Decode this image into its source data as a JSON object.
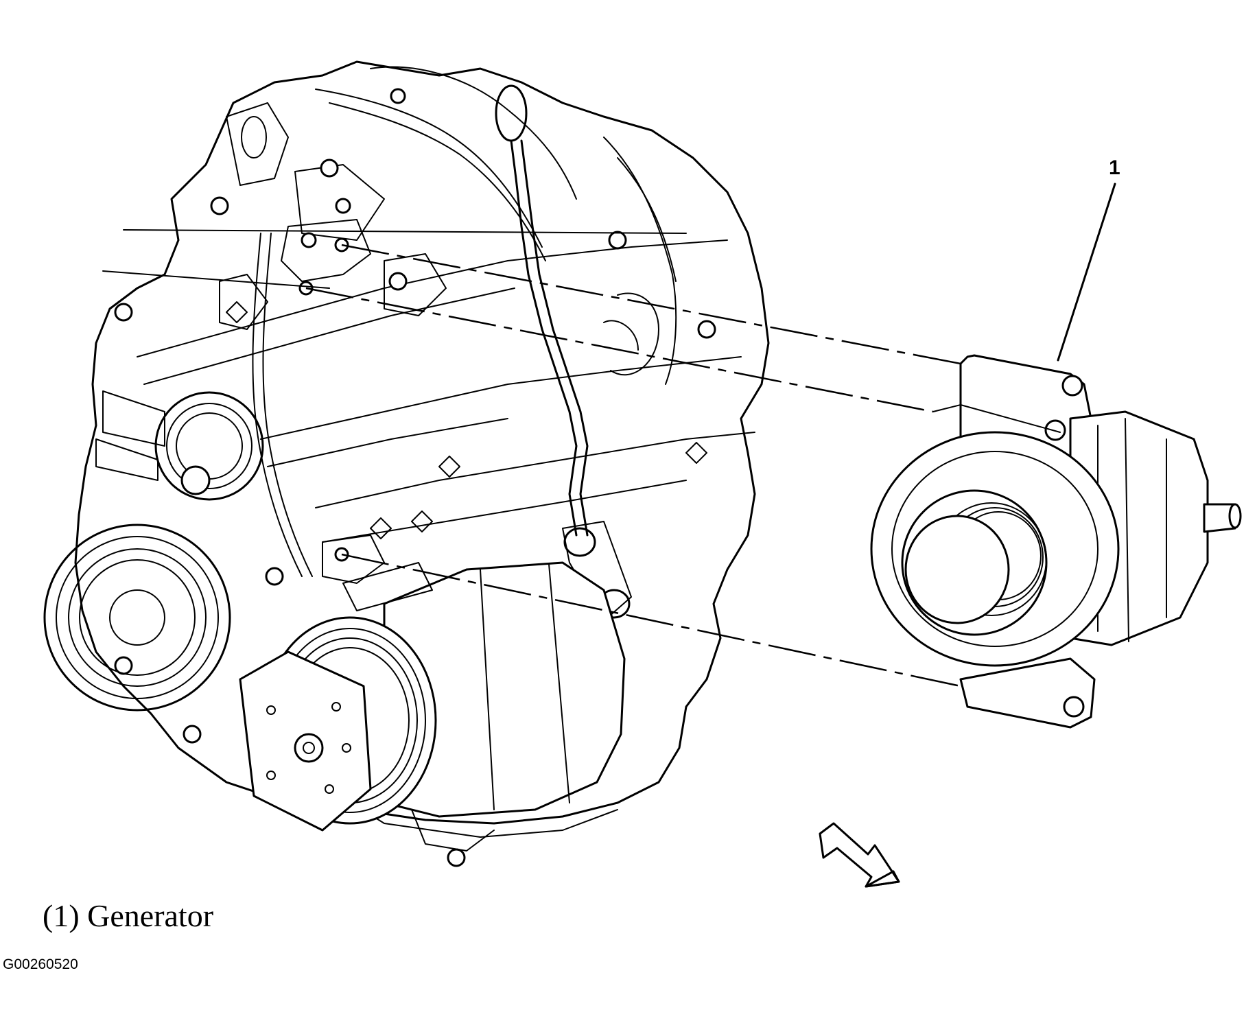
{
  "callouts": [
    {
      "number": "1"
    }
  ],
  "legend": {
    "items": [
      {
        "number": "(1)",
        "label": "Generator"
      }
    ]
  },
  "figure": {
    "id": "G00260520"
  },
  "icons": {
    "view_arrow": "direction-arrow-icon"
  }
}
